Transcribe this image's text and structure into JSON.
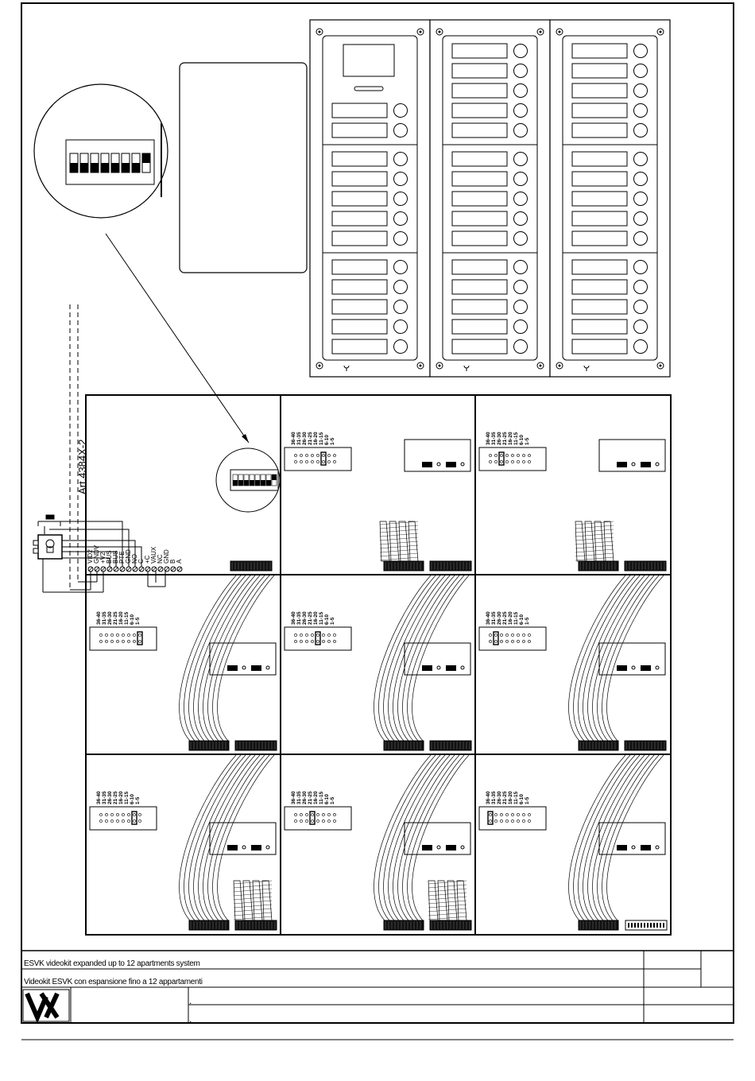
{
  "title_block": {
    "title_en": "ESVK videokit expanded up to 12 apartments system",
    "title_it": "Videokit ESVK con espansione fino a 12 appartamenti",
    "logo_text": "VX",
    "field_a": ".",
    "field_b": "."
  },
  "diagram": {
    "module_label": "Art.4384X-2",
    "terminals": [
      "VID2",
      "GNDV",
      "+V2",
      "BUS",
      "BUS",
      "PTE",
      "GND",
      "NO",
      "C",
      "+C",
      "VAUX",
      "NC",
      "GND",
      "B",
      "A"
    ],
    "jumper_labels": [
      "36-40",
      "31-35",
      "26-30",
      "21-25",
      "16-20",
      "11-15",
      "6-10",
      "1-5"
    ]
  }
}
